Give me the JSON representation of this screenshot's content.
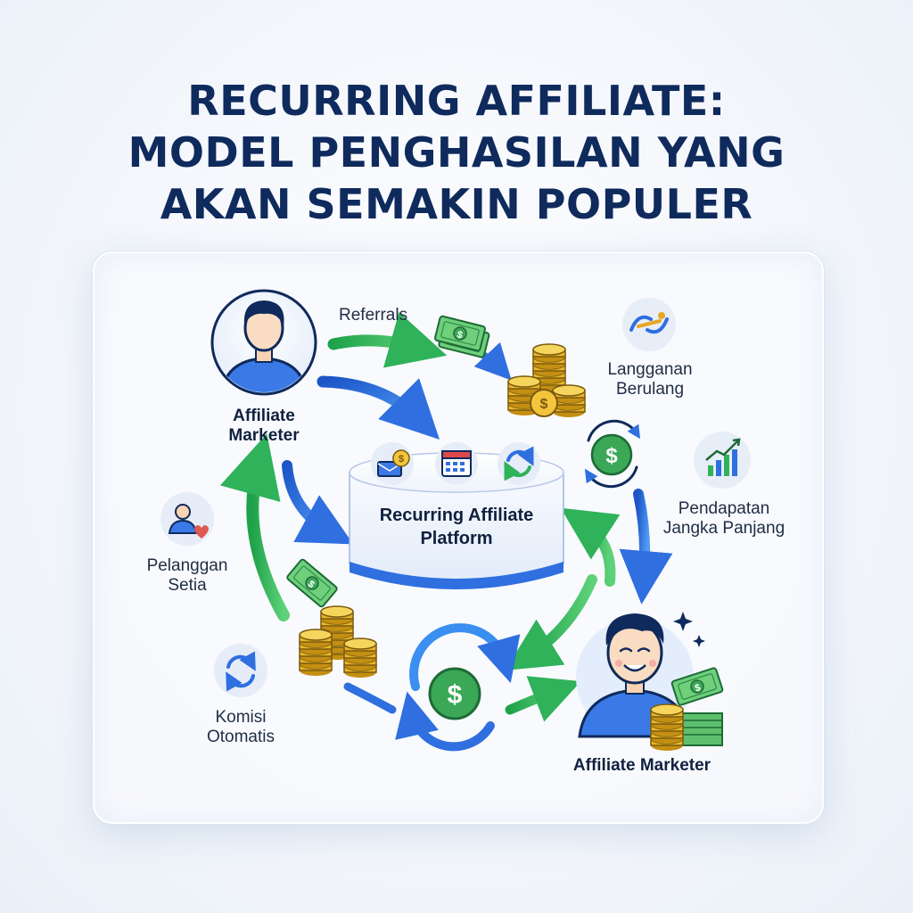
{
  "title": {
    "line1": "RECURRING AFFILIATE:",
    "line2": "MODEL PENGHASILAN YANG",
    "line3": "AKAN SEMAKIN POPULER"
  },
  "diagram": {
    "top_left_actor": {
      "line1": "Affiliate",
      "line2": "Marketer"
    },
    "bottom_right_actor": "Affiliate Marketer",
    "platform": {
      "line1": "Recurring Affiliate",
      "line2": "Platform"
    },
    "referrals": "Referrals",
    "langganan": {
      "line1": "Langganan",
      "line2": "Berulang"
    },
    "pendapatan": {
      "line1": "Pendapatan",
      "line2": "Jangka Panjang"
    },
    "pelanggan": {
      "line1": "Pelanggan",
      "line2": "Setia"
    },
    "komisi": {
      "line1": "Komisi",
      "line2": "Otomatis"
    },
    "currency_symbol": "$"
  },
  "colors": {
    "navy": "#0f2a5c",
    "blue": "#2f6fe0",
    "green": "#2fb25a",
    "gold": "#e8b72a"
  }
}
